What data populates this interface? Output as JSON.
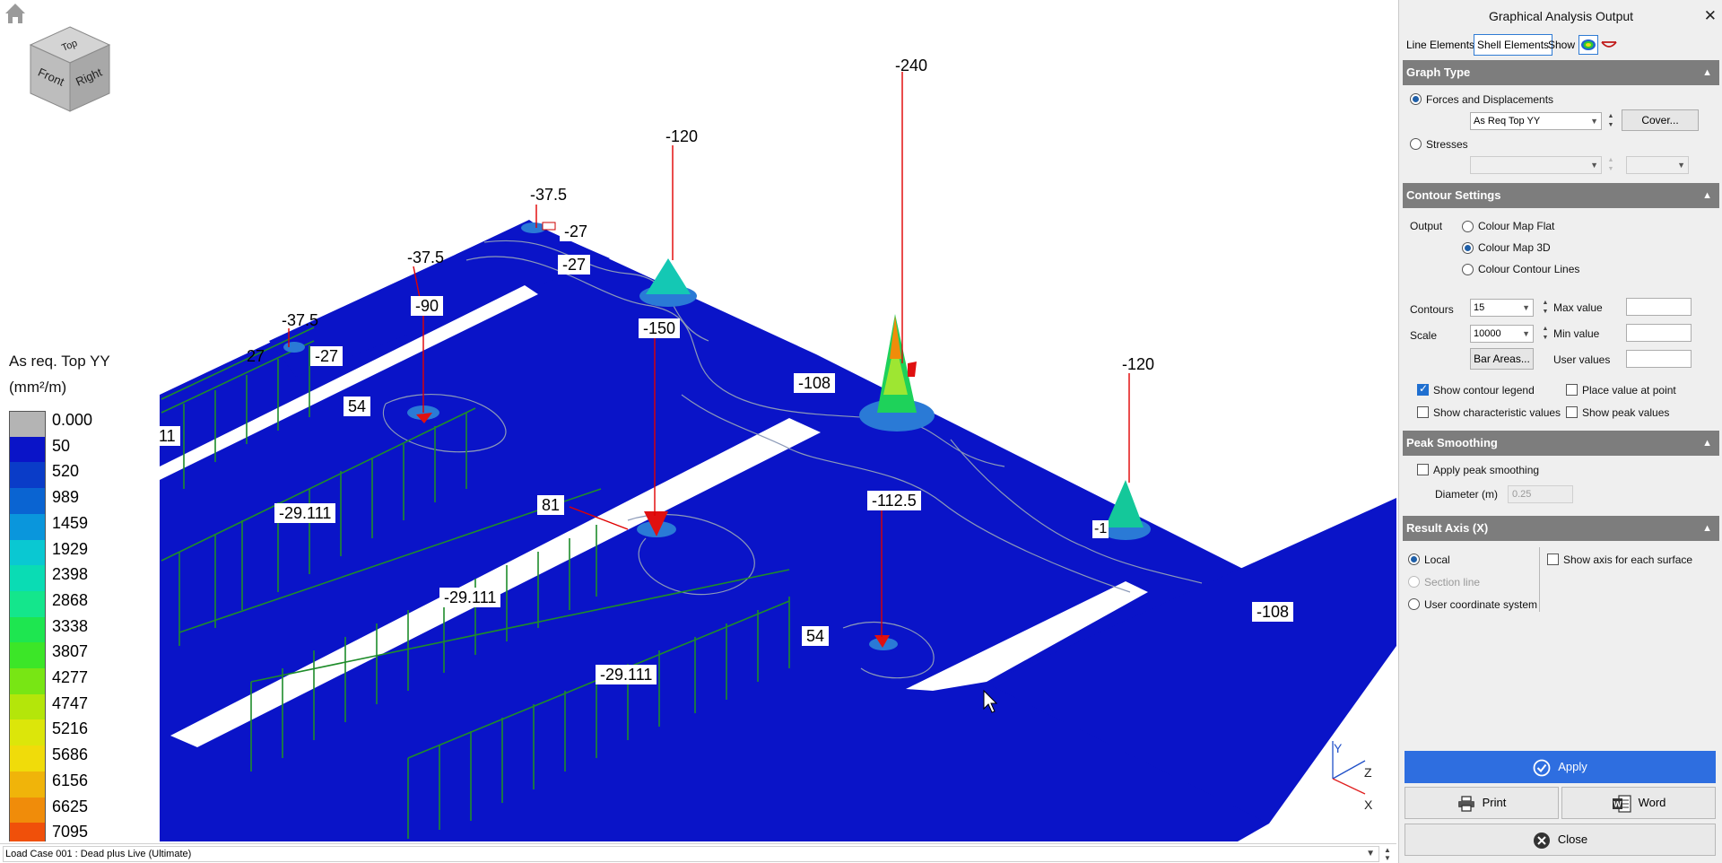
{
  "legend": {
    "title_line1": "As req. Top YY",
    "title_line2": "(mm²/m)",
    "entries": [
      {
        "value": "0.000",
        "color": "#b4b4b4"
      },
      {
        "value": "50",
        "color": "#0a14c8"
      },
      {
        "value": "520",
        "color": "#0a3cc8"
      },
      {
        "value": "989",
        "color": "#0a64d2"
      },
      {
        "value": "1459",
        "color": "#0a96dc"
      },
      {
        "value": "1929",
        "color": "#0ac8d2"
      },
      {
        "value": "2398",
        "color": "#0adcb4"
      },
      {
        "value": "2868",
        "color": "#14e68c"
      },
      {
        "value": "3338",
        "color": "#1ee650"
      },
      {
        "value": "3807",
        "color": "#3ce628"
      },
      {
        "value": "4277",
        "color": "#78e614"
      },
      {
        "value": "4747",
        "color": "#b4e60a"
      },
      {
        "value": "5216",
        "color": "#dce60a"
      },
      {
        "value": "5686",
        "color": "#f0dc0a"
      },
      {
        "value": "6156",
        "color": "#f0b40a"
      },
      {
        "value": "6625",
        "color": "#f08c0a"
      },
      {
        "value": "7095",
        "color": "#f0500a"
      }
    ]
  },
  "viewcube": {
    "top": "Top",
    "front": "Front",
    "right": "Right"
  },
  "labels": {
    "l_240": "-240",
    "l_120a": "-120",
    "l_120b": "-120",
    "l_375a": "-37.5",
    "l_375b": "-37.5",
    "l_375c": "-37.5",
    "l_27a": "-27",
    "l_27b": "-27",
    "l_27c": "-27",
    "l_27d": "27",
    "l_90": "-90",
    "l_150": "-150",
    "l_108a": "-108",
    "l_108b": "-108",
    "l_1125": "-112.5",
    "l_54a": "54",
    "l_54b": "54",
    "l_81": "81",
    "l_11": "11",
    "l_29a": "-29.111",
    "l_29b": "-29.111",
    "l_29c": "-29.111",
    "l_1": "-1"
  },
  "axis": {
    "y": "Y",
    "z": "Z",
    "x": "X"
  },
  "status": {
    "load_case": "Load Case 001 : Dead plus Live (Ultimate)"
  },
  "panel": {
    "title": "Graphical Analysis Output",
    "tabs": {
      "line": "Line Elements",
      "shell": "Shell Elements",
      "show": "Show"
    },
    "graph_type": {
      "header": "Graph Type",
      "forces": "Forces and Displacements",
      "forces_value": "As Req Top YY",
      "cover_btn": "Cover...",
      "stresses": "Stresses"
    },
    "contour": {
      "header": "Contour Settings",
      "output_label": "Output",
      "flat": "Colour Map Flat",
      "map3d": "Colour Map 3D",
      "lines": "Colour Contour Lines",
      "contours_label": "Contours",
      "contours_value": "15",
      "scale_label": "Scale",
      "scale_value": "10000",
      "bar_areas_btn": "Bar Areas...",
      "max_label": "Max value",
      "min_label": "Min value",
      "user_label": "User values",
      "show_legend": "Show contour legend",
      "place_value": "Place value at point",
      "show_char": "Show characteristic values",
      "show_peak": "Show peak values"
    },
    "peak": {
      "header": "Peak Smoothing",
      "apply": "Apply peak smoothing",
      "diameter_label": "Diameter (m)",
      "diameter_value": "0.25"
    },
    "axis": {
      "header": "Result Axis (X)",
      "local": "Local",
      "section": "Section line",
      "user": "User coordinate system",
      "show_each": "Show axis for each surface"
    },
    "buttons": {
      "apply": "Apply",
      "print": "Print",
      "word": "Word",
      "close": "Close"
    }
  }
}
